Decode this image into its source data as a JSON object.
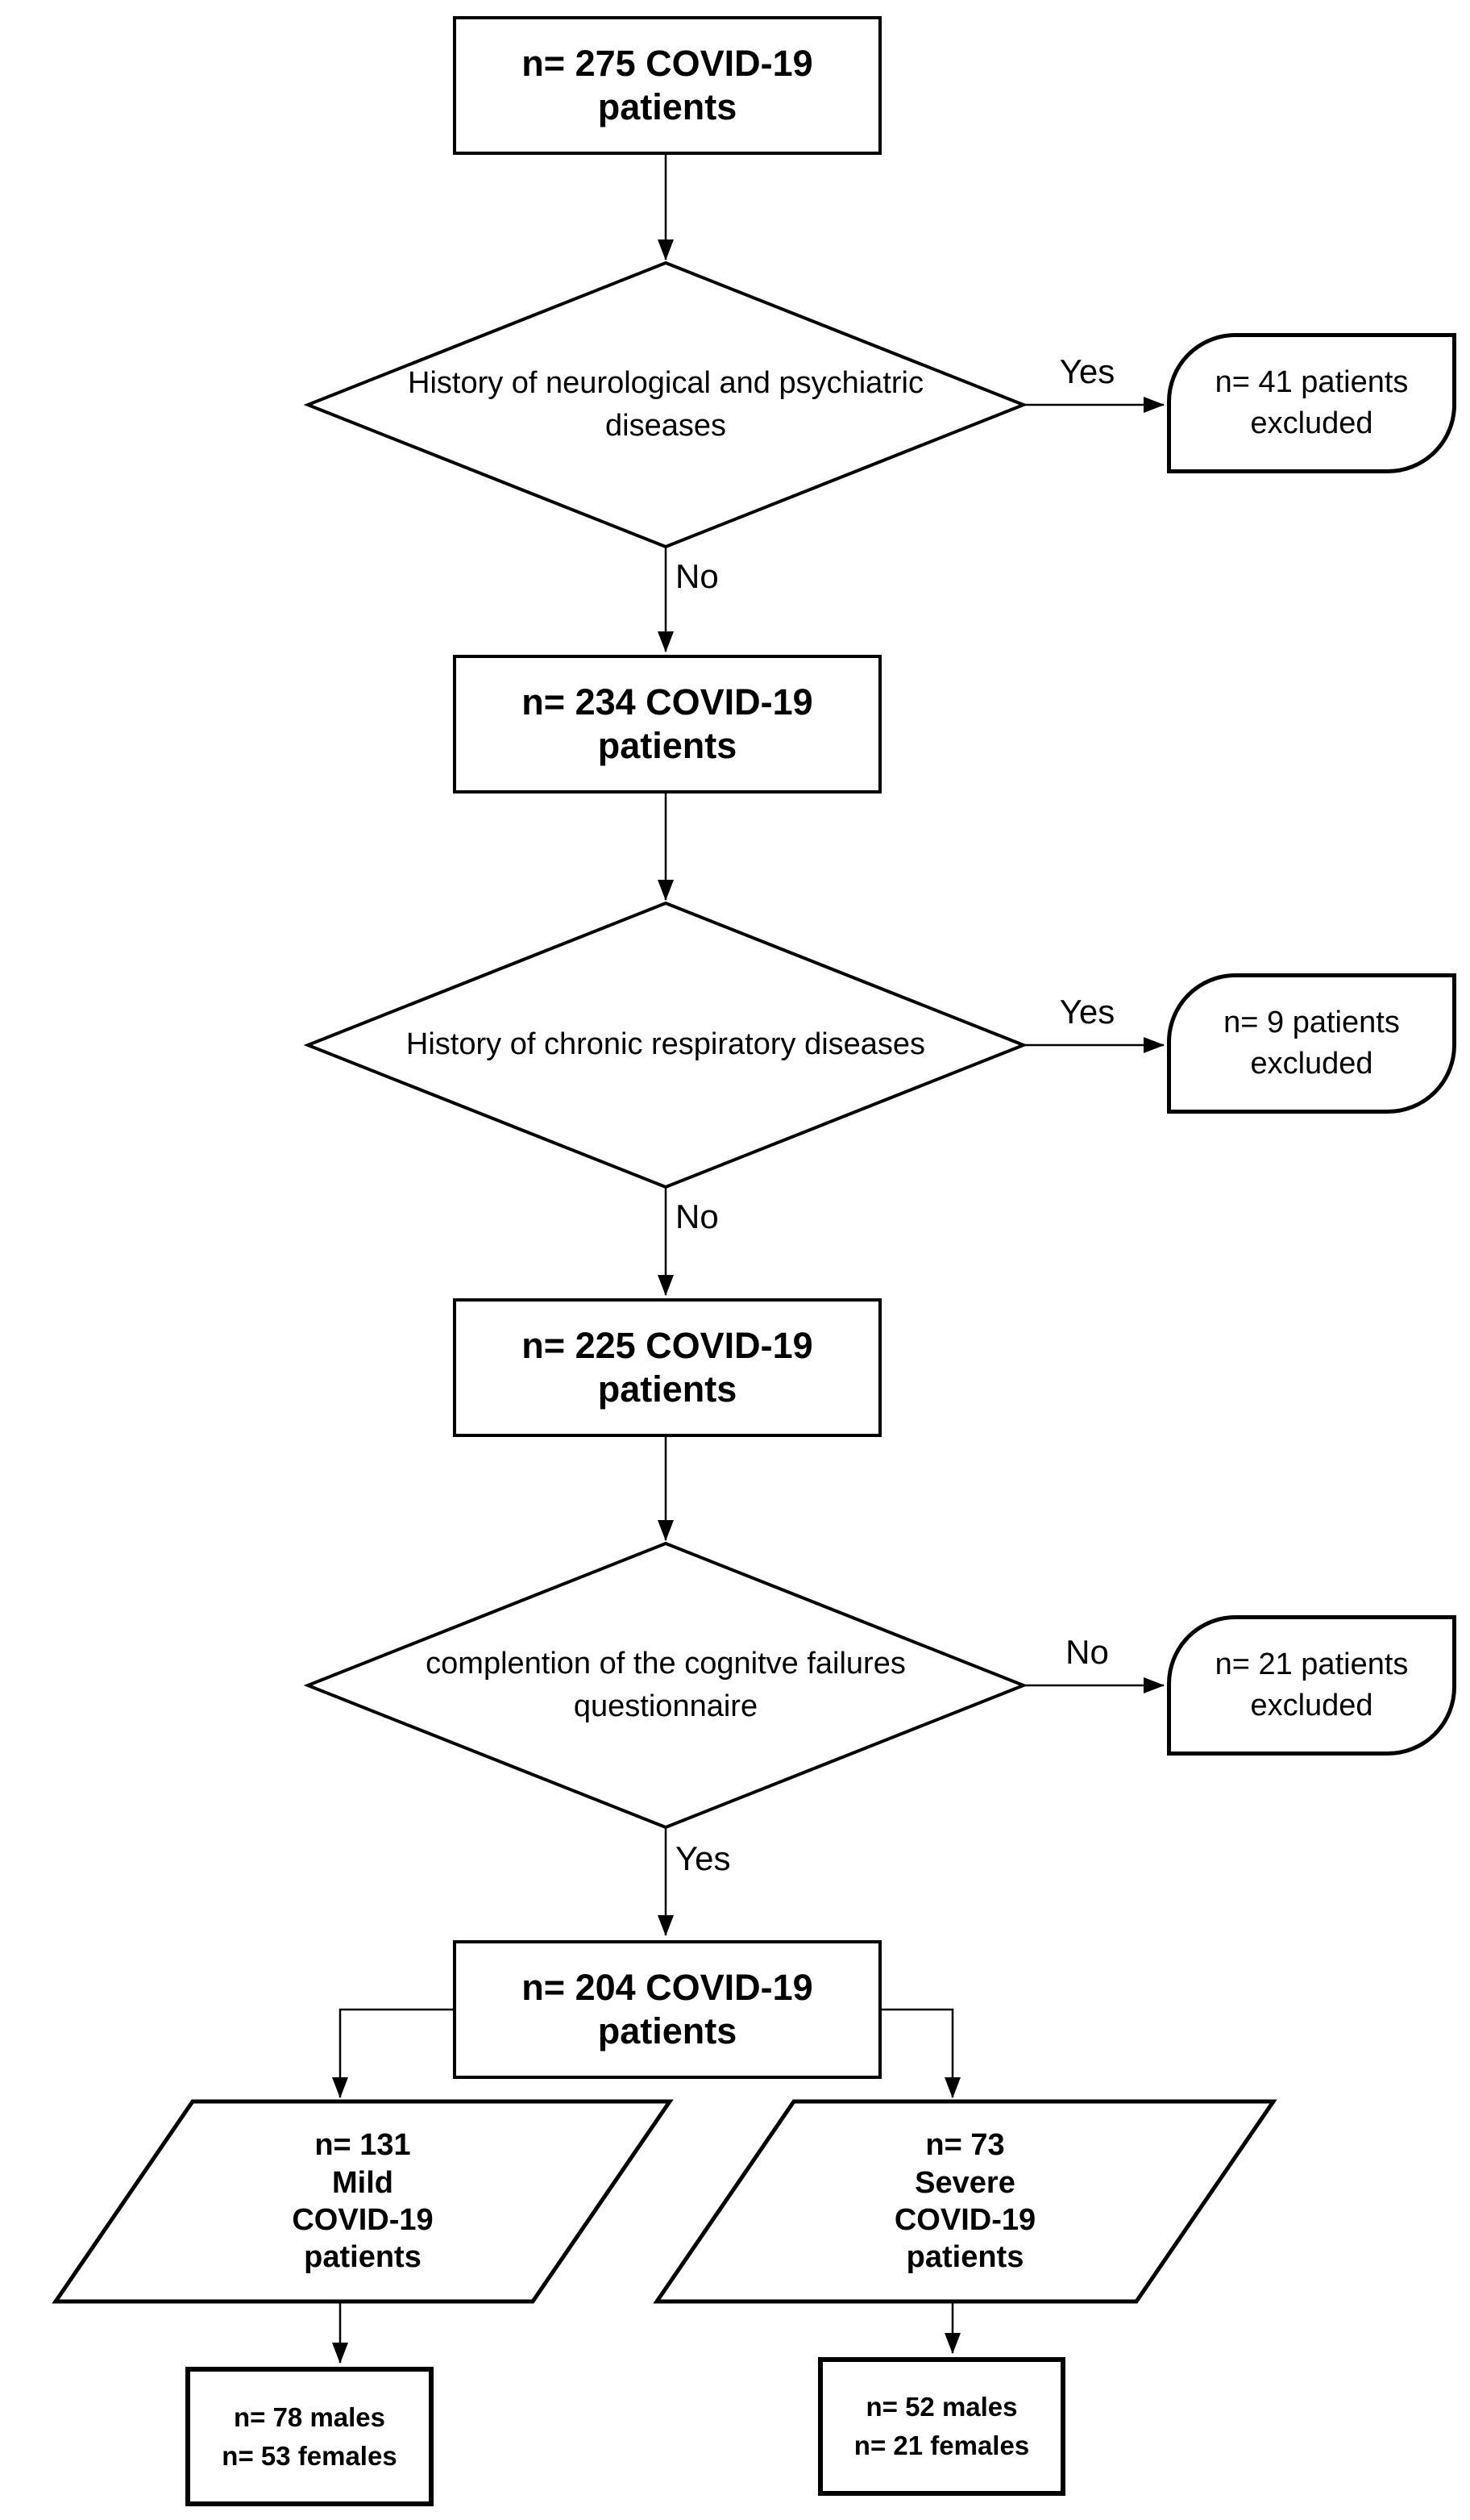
{
  "flowchart": {
    "background": "#ffffff",
    "stroke_color": "#000000",
    "text_color": "#000000",
    "process_nodes": [
      {
        "id": "patients-275",
        "lines": [
          "n= 275 COVID-19",
          "patients"
        ]
      },
      {
        "id": "patients-234",
        "lines": [
          "n= 234 COVID-19",
          "patients"
        ]
      },
      {
        "id": "patients-225",
        "lines": [
          "n= 225 COVID-19",
          "patients"
        ]
      },
      {
        "id": "patients-204",
        "lines": [
          "n= 204 COVID-19",
          "patients"
        ]
      }
    ],
    "decision_nodes": [
      {
        "id": "history-neuro-psych",
        "lines": [
          "History of neurological and psychiatric",
          "diseases"
        ],
        "yes_label": "Yes",
        "no_label": "No"
      },
      {
        "id": "history-chronic-respiratory",
        "lines": [
          "History of chronic respiratory diseases"
        ],
        "yes_label": "Yes",
        "no_label": "No"
      },
      {
        "id": "cognitive-failures-questionnaire",
        "lines": [
          "complention of the cognitve failures",
          "questionnaire"
        ],
        "yes_label": "Yes",
        "no_label": "No"
      }
    ],
    "excluded_nodes": [
      {
        "id": "excluded-41",
        "lines": [
          "n= 41 patients",
          "excluded"
        ]
      },
      {
        "id": "excluded-9",
        "lines": [
          "n= 9 patients",
          "excluded"
        ]
      },
      {
        "id": "excluded-21",
        "lines": [
          "n= 21 patients",
          "excluded"
        ]
      }
    ],
    "branch_nodes": [
      {
        "id": "mild-covid",
        "lines": [
          "n= 131",
          "Mild",
          "COVID-19",
          "patients"
        ]
      },
      {
        "id": "severe-covid",
        "lines": [
          "n= 73",
          "Severe",
          "COVID-19",
          "patients"
        ]
      }
    ],
    "leaf_nodes": [
      {
        "id": "mild-sex-split",
        "lines": [
          "n= 78 males",
          "n= 53 females"
        ]
      },
      {
        "id": "severe-sex-split",
        "lines": [
          "n= 52 males",
          "n= 21 females"
        ]
      }
    ]
  }
}
